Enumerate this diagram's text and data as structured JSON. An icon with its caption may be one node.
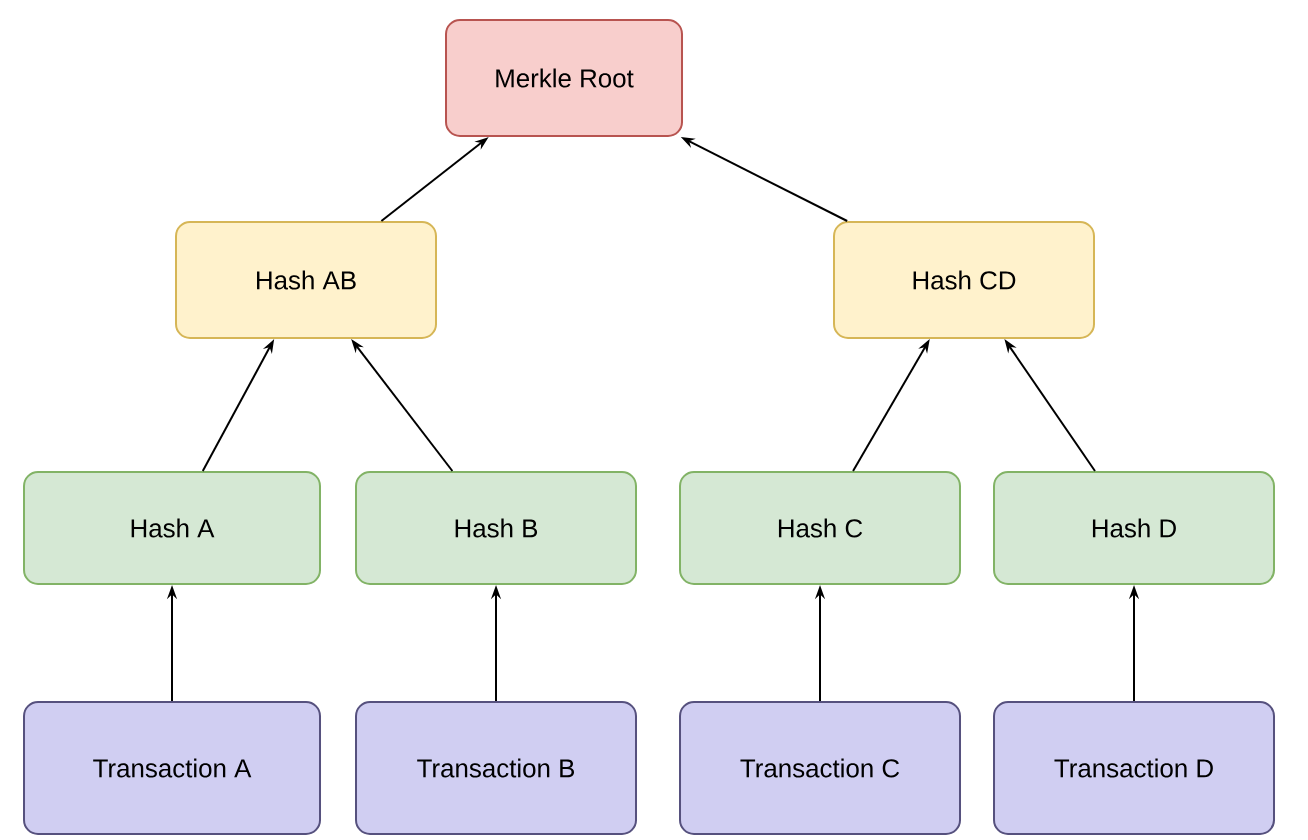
{
  "diagram": {
    "nodes": [
      {
        "text": [
          "Merkle Root"
        ]
      },
      {
        "text": [
          "Hash AB"
        ]
      },
      {
        "text": [
          "Hash CD"
        ]
      },
      {
        "text": [
          "Hash A"
        ]
      },
      {
        "text": [
          "Hash B"
        ]
      },
      {
        "text": [
          "Hash C"
        ]
      },
      {
        "text": [
          "Hash D"
        ]
      },
      {
        "text": [
          "Transaction A"
        ]
      },
      {
        "text": [
          "Transaction B"
        ]
      },
      {
        "text": [
          "Transaction C"
        ]
      },
      {
        "text": [
          "Transaction D"
        ]
      }
    ],
    "edges": [
      {
        "from": 1,
        "to": 0,
        "arrow": "to"
      },
      {
        "from": 2,
        "to": 0,
        "arrow": "to"
      },
      {
        "from": 3,
        "to": 1,
        "arrow": "to"
      },
      {
        "from": 4,
        "to": 1,
        "arrow": "to"
      },
      {
        "from": 5,
        "to": 2,
        "arrow": "to"
      },
      {
        "from": 6,
        "to": 2,
        "arrow": "to"
      },
      {
        "from": 7,
        "to": 3,
        "arrow": "to"
      },
      {
        "from": 8,
        "to": 4,
        "arrow": "to"
      },
      {
        "from": 9,
        "to": 5,
        "arrow": "to"
      },
      {
        "from": 10,
        "to": 6,
        "arrow": "to"
      }
    ]
  }
}
